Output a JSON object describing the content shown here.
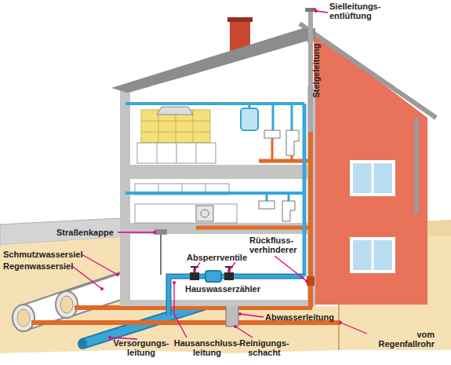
{
  "diagram": {
    "labels": [
      "Sielleitungs- entlüftung",
      "Steigeleitung",
      "Straßenkappe",
      "Rückfluss- verhinderer",
      "Schmutzwassersiel",
      "Regenwassersiel",
      "Absperrventile",
      "Hauswasserzähler",
      "Abwasserleitung",
      "vom Regenfallrohr",
      "Versorgungs- leitung",
      "Hausanschluss- leitung",
      "Reinigungs- schacht"
    ]
  }
}
